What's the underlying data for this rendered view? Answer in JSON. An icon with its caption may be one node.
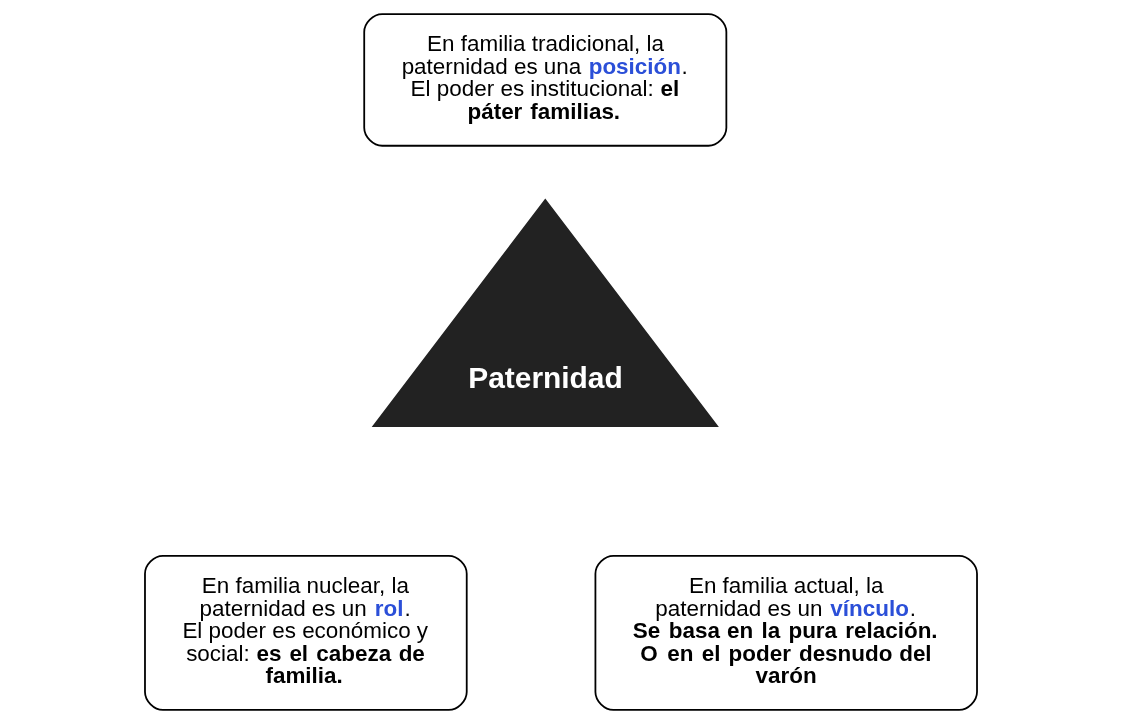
{
  "diagram": {
    "nodes": [
      {
        "text": [
          "En familia tradicional, la paternidad es una **posición**.",
          "El poder es institucional: **el páter familias.**"
        ]
      },
      {
        "text": [
          "Paternidad"
        ]
      },
      {
        "text": [
          "En familia nuclear, la paternidad es un **rol**.",
          "El poder es económico y social: **es el cabeza de familia.**"
        ]
      },
      {
        "text": [
          "En familia actual, la paternidad es un **vínculo**.",
          "**Se basa en la pura relación.**",
          "**O en el poder desnudo del varón**"
        ]
      }
    ]
  }
}
